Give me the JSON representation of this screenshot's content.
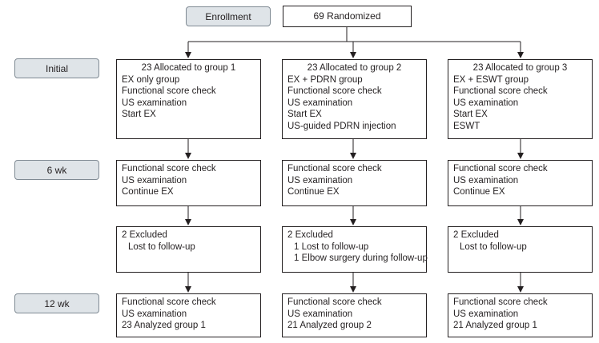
{
  "stages": {
    "enrollment": "Enrollment",
    "initial": "Initial",
    "wk6": "6 wk",
    "wk12": "12 wk"
  },
  "randomized": "69 Randomized",
  "groups": [
    {
      "initial_header": "23 Allocated to group 1",
      "initial_lines": [
        "EX only group",
        "Functional score check",
        "US examination",
        "Start EX"
      ],
      "wk6_lines": [
        "Functional score check",
        "US examination",
        "Continue EX"
      ],
      "excluded_header": "2 Excluded",
      "excluded_lines": [
        "Lost to follow-up"
      ],
      "wk12_lines": [
        "Functional score check",
        "US examination",
        "23 Analyzed group 1"
      ]
    },
    {
      "initial_header": "23 Allocated to group 2",
      "initial_lines": [
        "EX + PDRN group",
        "Functional score check",
        "US examination",
        "Start EX",
        "US-guided PDRN injection"
      ],
      "wk6_lines": [
        "Functional score check",
        "US examination",
        "Continue EX"
      ],
      "excluded_header": "2 Excluded",
      "excluded_lines": [
        "1 Lost to follow-up",
        "1 Elbow surgery during follow-up"
      ],
      "wk12_lines": [
        "Functional score check",
        "US examination",
        "21 Analyzed group 2"
      ]
    },
    {
      "initial_header": "23 Allocated to group 3",
      "initial_lines": [
        "EX + ESWT group",
        "Functional score check",
        "US examination",
        "Start EX",
        "ESWT"
      ],
      "wk6_lines": [
        "Functional score check",
        "US examination",
        "Continue EX"
      ],
      "excluded_header": "2 Excluded",
      "excluded_lines": [
        "Lost to follow-up"
      ],
      "wk12_lines": [
        "Functional score check",
        "US examination",
        "21 Analyzed group 1"
      ]
    }
  ]
}
